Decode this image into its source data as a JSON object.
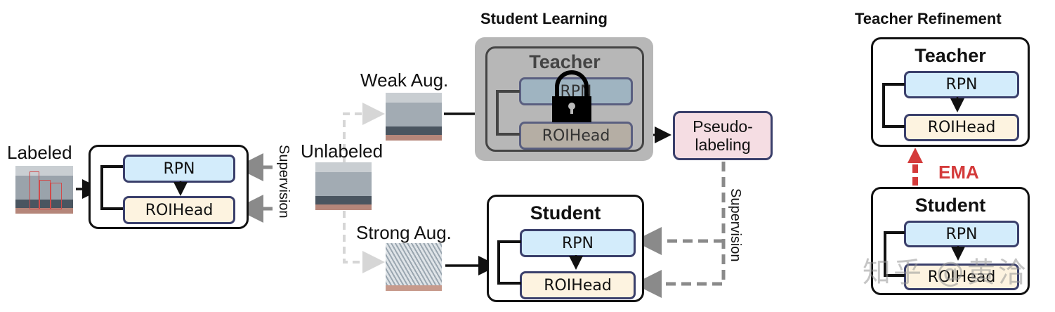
{
  "sections": {
    "student_learning_title": "Student Learning",
    "teacher_refinement_title": "Teacher Refinement"
  },
  "labels": {
    "labeled": "Labeled",
    "unlabeled": "Unlabeled",
    "weak_aug": "Weak Aug.",
    "strong_aug": "Strong Aug.",
    "supervision_left": "Supervision",
    "supervision_right": "Supervision",
    "pseudo_labeling": "Pseudo-\nlabeling",
    "ema": "EMA"
  },
  "modules": {
    "pretrain": {
      "rpn": "RPN",
      "roi": "ROIHead"
    },
    "teacher_frozen": {
      "title": "Teacher",
      "rpn": "RPN",
      "roi": "ROIHead",
      "lock_icon": "lock-icon"
    },
    "student": {
      "title": "Student",
      "rpn": "RPN",
      "roi": "ROIHead"
    },
    "refine_teacher": {
      "title": "Teacher",
      "rpn": "RPN",
      "roi": "ROIHead"
    },
    "refine_student": {
      "title": "Student",
      "rpn": "RPN",
      "roi": "ROIHead"
    }
  },
  "colors": {
    "rpn_fill": "#d3ecfb",
    "roi_fill": "#fdf3e0",
    "block_border": "#3a3f6b",
    "frozen_bg": "#b7b7b7",
    "pseudo_fill": "#f5dde3",
    "ema_red": "#d43b3b",
    "dash_gray": "#8a8a8a",
    "dash_light": "#d6d6d6"
  },
  "watermark": "知乎 @黄洽"
}
